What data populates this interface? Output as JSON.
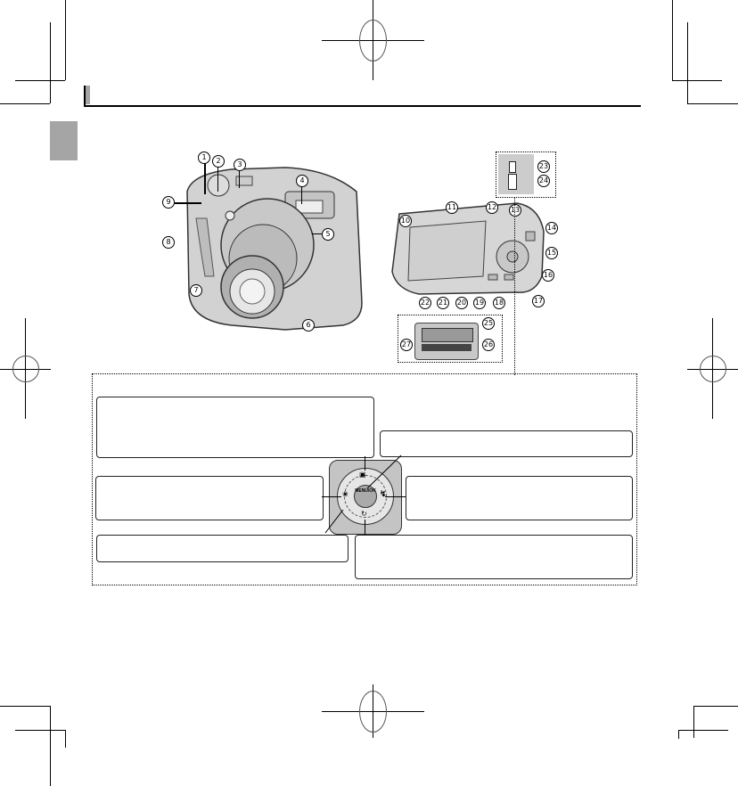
{
  "page": {
    "section_title": "",
    "section_tab_color": "#a5a5a5",
    "title_accent_color": "#a5a5a5"
  },
  "figure_front": {
    "callouts": [
      "1",
      "2",
      "3",
      "4",
      "5",
      "6",
      "7",
      "8",
      "9"
    ]
  },
  "figure_back": {
    "callouts": [
      "10",
      "11",
      "12",
      "13",
      "14",
      "15",
      "16",
      "17",
      "18",
      "19",
      "20",
      "21",
      "22"
    ],
    "inset_ports_callouts": [
      "23",
      "24"
    ],
    "inset_battery_callouts": [
      "25",
      "26",
      "27"
    ]
  },
  "control_dial": {
    "center_label": "MENU/OK",
    "up_symbol": "trash / exposure compensation",
    "left_symbol": "macro",
    "right_symbol": "flash",
    "down_symbol": "self-timer",
    "label_boxes": {
      "top_left": "",
      "top_right": "",
      "left": "",
      "right": "",
      "bottom_left": "",
      "bottom_right": ""
    }
  }
}
